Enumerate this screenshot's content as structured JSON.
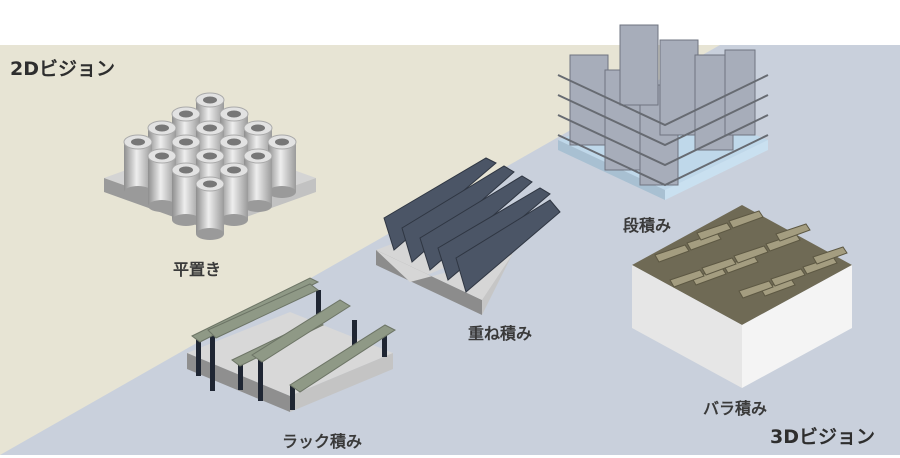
{
  "zones": {
    "vision_2d": "2Dビジョン",
    "vision_3d": "3Dビジョン"
  },
  "items": [
    {
      "id": "flat",
      "label": "平置き"
    },
    {
      "id": "rack",
      "label": "ラック積み"
    },
    {
      "id": "overlap",
      "label": "重ね積み"
    },
    {
      "id": "tiered",
      "label": "段積み"
    },
    {
      "id": "bulk",
      "label": "バラ積み"
    }
  ],
  "colors": {
    "zone_2d": "#e7e4d4",
    "zone_3d": "#c9d0dc"
  }
}
